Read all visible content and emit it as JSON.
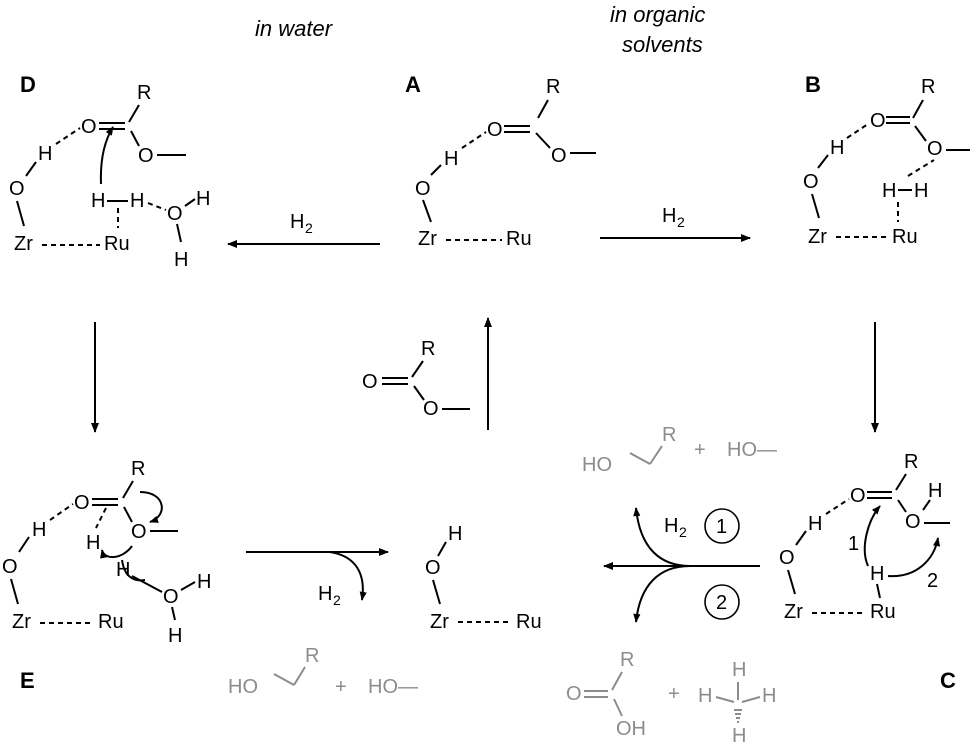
{
  "headings": {
    "in_water": "in water",
    "in_organic_line1": "in organic",
    "in_organic_line2": "solvents"
  },
  "labels": {
    "A": "A",
    "B": "B",
    "C": "C",
    "D": "D",
    "E": "E"
  },
  "atoms": {
    "Zr": "Zr",
    "Ru": "Ru",
    "O": "O",
    "H": "H",
    "R": "R"
  },
  "reagents": {
    "H2_main": "H",
    "H2_sub": "2",
    "HO_chain": "HO",
    "plus": "+",
    "HO_methanol": "HO—",
    "OH": "OH"
  },
  "pathways": {
    "one": "1",
    "two": "2"
  },
  "colors": {
    "ink": "#000000",
    "product_grey": "#8c8c8c",
    "background": "#ffffff"
  }
}
